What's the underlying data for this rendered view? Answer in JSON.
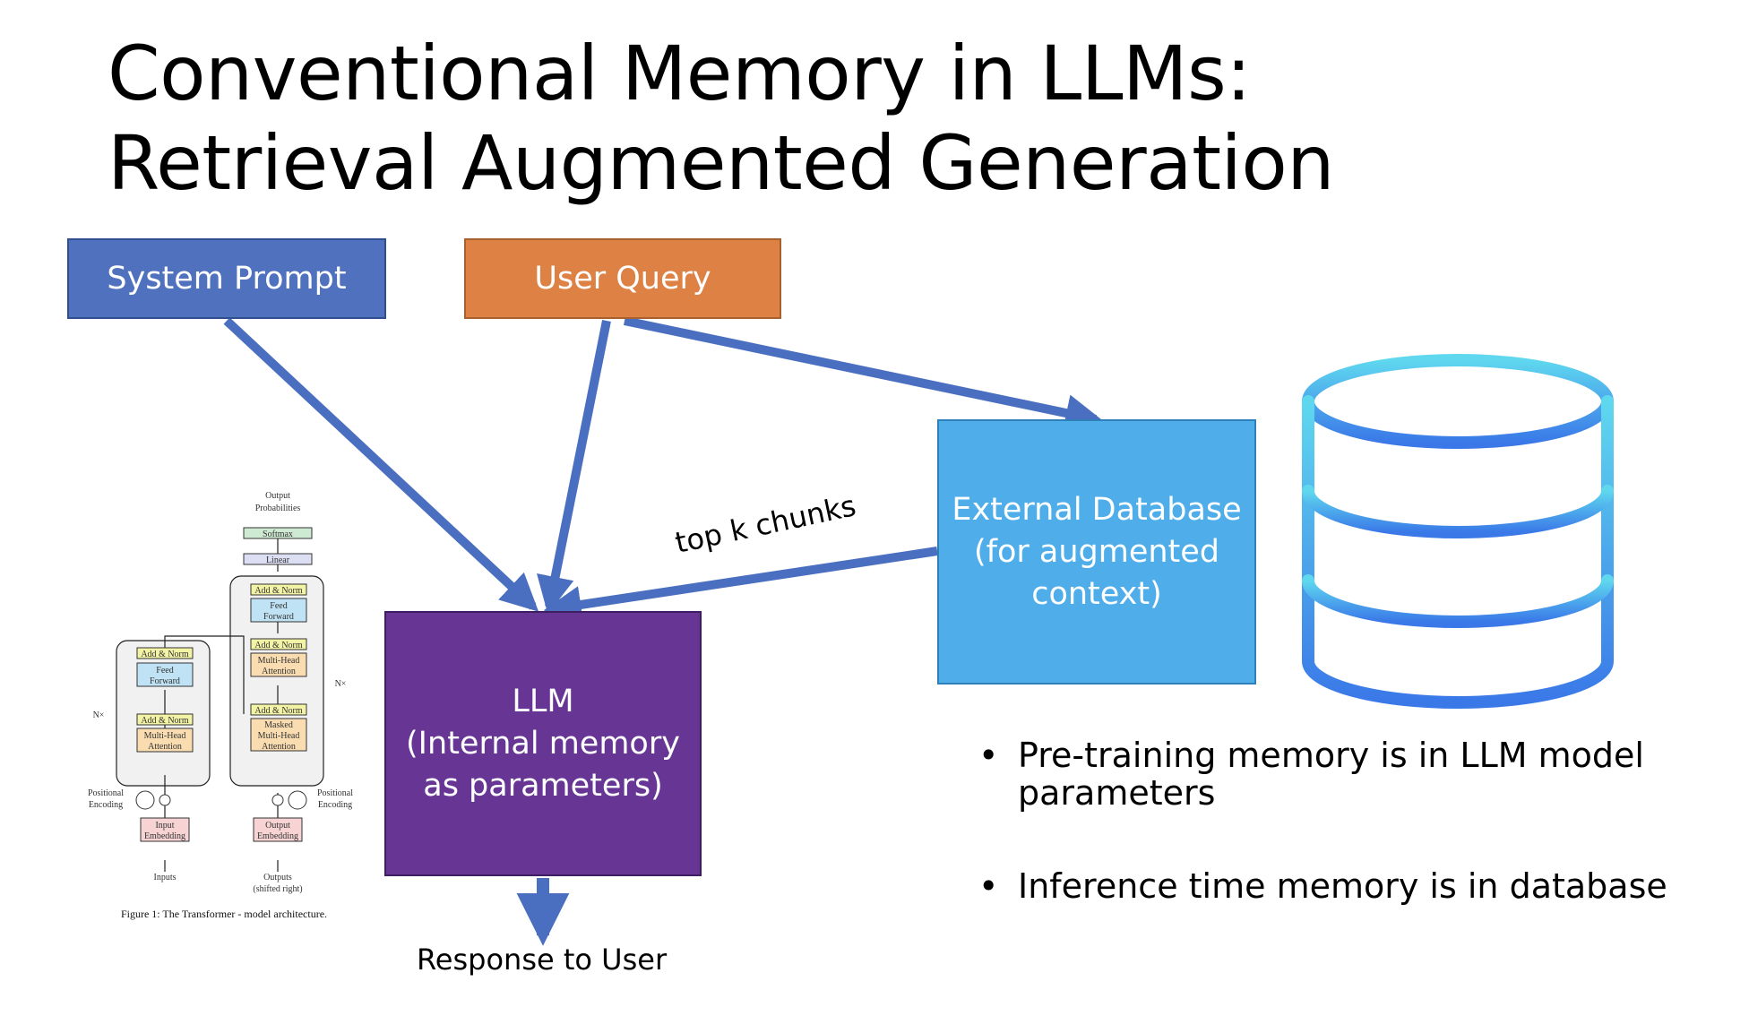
{
  "title": {
    "line1": "Conventional Memory in LLMs:",
    "line2": "Retrieval Augmented Generation"
  },
  "nodes": {
    "system_prompt": "System Prompt",
    "user_query": "User Query",
    "external_db": [
      "External Database",
      "(for augmented",
      "context)"
    ],
    "llm": [
      "LLM",
      "(Internal memory",
      "as parameters)"
    ]
  },
  "edge_labels": {
    "top_k": "top k chunks",
    "response": "Response to User"
  },
  "bullets": [
    "Pre-training memory is in LLM model parameters",
    "Inference time memory is in database"
  ],
  "transformer_figure": {
    "output_probabilities": [
      "Output",
      "Probabilities"
    ],
    "softmax": "Softmax",
    "linear": "Linear",
    "add_norm": "Add & Norm",
    "feed_forward": [
      "Feed",
      "Forward"
    ],
    "multi_head_attention": [
      "Multi-Head",
      "Attention"
    ],
    "masked_multi_head_attention": [
      "Masked",
      "Multi-Head",
      "Attention"
    ],
    "nx": "N×",
    "positional_encoding": [
      "Positional",
      "Encoding"
    ],
    "input_embedding": [
      "Input",
      "Embedding"
    ],
    "output_embedding": [
      "Output",
      "Embedding"
    ],
    "inputs": "Inputs",
    "outputs": [
      "Outputs",
      "(shifted right)"
    ],
    "caption": "Figure 1: The Transformer - model architecture."
  },
  "colors": {
    "system_prompt": "#4f71be",
    "user_query": "#dd8244",
    "external_db": "#4fadea",
    "llm": "#673695",
    "arrow": "#4a6fc0",
    "db_icon_top": "#5fd8ef",
    "db_icon_bottom": "#3a78e8"
  },
  "icons": [
    "database-icon"
  ]
}
